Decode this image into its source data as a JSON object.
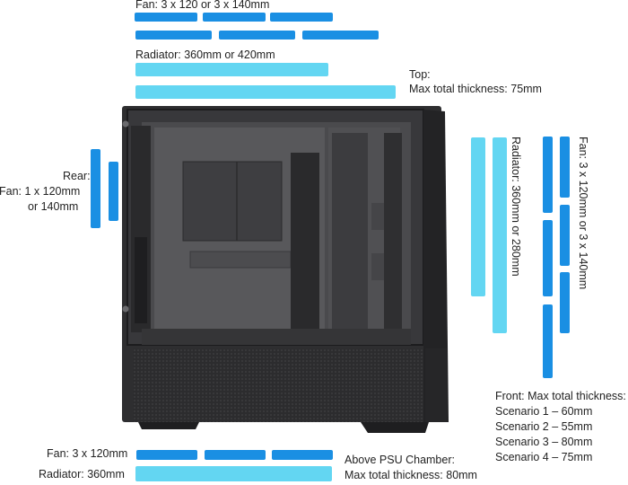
{
  "colors": {
    "fan_bar": "#1a8fe3",
    "radiator_bar": "#63d6f2",
    "text": "#222222",
    "case_body": "#3a3a3c"
  },
  "top": {
    "fan_label": "Fan: 3 x 120 or 3 x 140mm",
    "radiator_label": "Radiator: 360mm or 420mm",
    "thickness_title": "Top:",
    "thickness_value": "Max total thickness: 75mm"
  },
  "rear": {
    "title": "Rear:",
    "fan_label": "Fan: 1 x 120mm",
    "fan_label_2": "or 140mm"
  },
  "front": {
    "radiator_label": "Radiator: 360mm or 280mm",
    "fan_label": "Fan: 3 x 120mm or 3 x 140mm",
    "thickness_title": "Front: Max total thickness:",
    "scenarios": [
      "Scenario 1 – 60mm",
      "Scenario 2 – 55mm",
      "Scenario 3 – 80mm",
      "Scenario 4 – 75mm"
    ]
  },
  "bottom": {
    "fan_label": "Fan: 3 x 120mm",
    "radiator_label": "Radiator: 360mm",
    "psu_title": "Above PSU Chamber:",
    "psu_value": "Max total thickness: 80mm"
  },
  "case_image": {
    "icon": "pc-case-side-view"
  }
}
